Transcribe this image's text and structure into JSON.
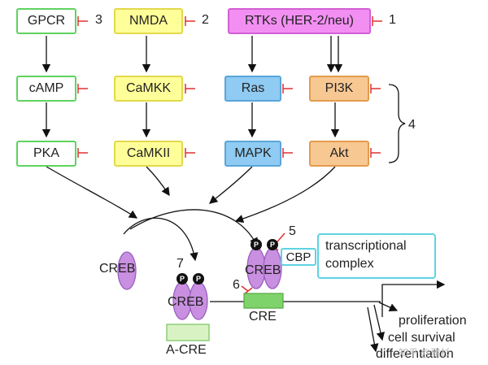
{
  "row1": {
    "gpcr": "GPCR",
    "nmda": "NMDA",
    "rtks": "RTKs (HER-2/neu)",
    "num3": "3",
    "num2": "2",
    "num1": "1"
  },
  "row2": {
    "camp": "cAMP",
    "camkk": "CaMKK",
    "ras": "Ras",
    "pi3k": "PI3K"
  },
  "row3": {
    "pka": "PKA",
    "camkii": "CaMKII",
    "mapk": "MAPK",
    "akt": "Akt"
  },
  "brace_num": "4",
  "creb_free": "CREB",
  "creb_acre": "CREB",
  "creb_cre": "CREB",
  "phospho": "P",
  "num7": "7",
  "num6": "6",
  "num5": "5",
  "acre": "A-CRE",
  "cre": "CRE",
  "cbp": "CBP",
  "tc_line1": "transcriptional",
  "tc_line2": "complex",
  "outcome_proliferation": "proliferation",
  "outcome_survival": "cell survival",
  "outcome_differentiation": "differentiation",
  "watermark": "知乎 @雅杉",
  "colors": {
    "green": "#5fd35f",
    "yellow": "#ffff99",
    "pink": "#f38ff3",
    "blue": "#8fcbf2",
    "orange": "#f8c893",
    "inhibitor": "#e03030",
    "creb": "#c98fe0"
  }
}
